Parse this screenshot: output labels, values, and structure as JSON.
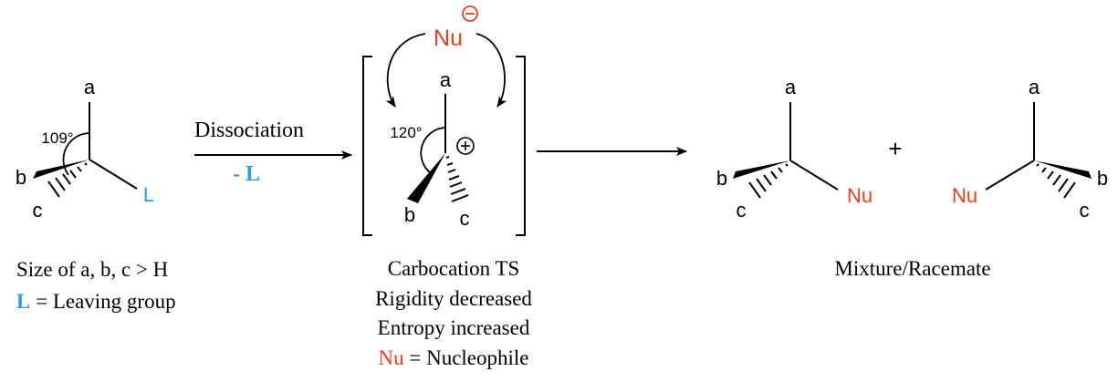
{
  "colors": {
    "leaving_group": "#2e9bf0",
    "nucleophile": "#e8401c",
    "black": "#000000"
  },
  "left": {
    "atom_a": "a",
    "atom_b": "b",
    "atom_c": "c",
    "atom_L": "L",
    "angle": "109°",
    "size_note": "Size of a, b, c > H",
    "lg_symbol": "L",
    "lg_text": " = Leaving group"
  },
  "arrow1": {
    "label": "Dissociation",
    "sublabel": "- L"
  },
  "middle": {
    "nu": "Nu",
    "atom_a": "a",
    "atom_b": "b",
    "atom_c": "c",
    "angle": "120°",
    "plus_icon": "circled-plus",
    "lines": [
      "Carbocation TS",
      "Rigidity decreased",
      "Entropy increased"
    ],
    "nu_symbol": "Nu",
    "nu_text": " = Nucleophile"
  },
  "right": {
    "p1": {
      "a": "a",
      "b": "b",
      "c": "c",
      "nu": "Nu"
    },
    "plus": "+",
    "p2": {
      "a": "a",
      "b": "b",
      "c": "c",
      "nu": "Nu"
    },
    "caption": "Mixture/Racemate"
  }
}
